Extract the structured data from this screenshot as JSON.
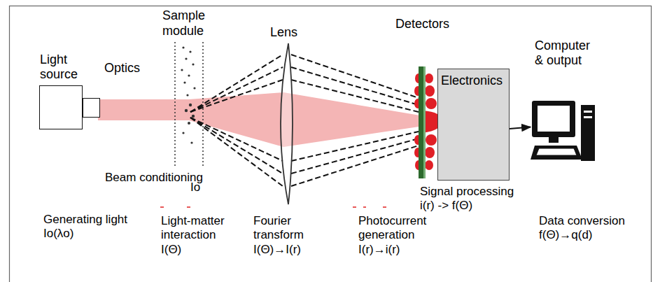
{
  "diagram": {
    "nodes": [
      {
        "text": [
          "Light source"
        ]
      },
      {
        "text": [
          "Optics"
        ]
      },
      {
        "text": [
          "Electronics"
        ]
      },
      {
        "text": [
          "Computer & output"
        ]
      }
    ],
    "edges": [
      {
        "from": 2,
        "to": 3,
        "arrow": "to"
      }
    ],
    "labels": [
      "Sample module",
      "Lens",
      "Detectors",
      "Beam conditioning",
      "Io",
      "Generating light Io(λo)",
      "Light-matter interaction I(Θ)",
      "Fourier transform I(Θ)→I(r)",
      "Photocurrent generation I(r)→i(r)",
      "Signal processing i(r) -> f(Θ)",
      "Data conversion f(Θ)→q(d)"
    ]
  }
}
